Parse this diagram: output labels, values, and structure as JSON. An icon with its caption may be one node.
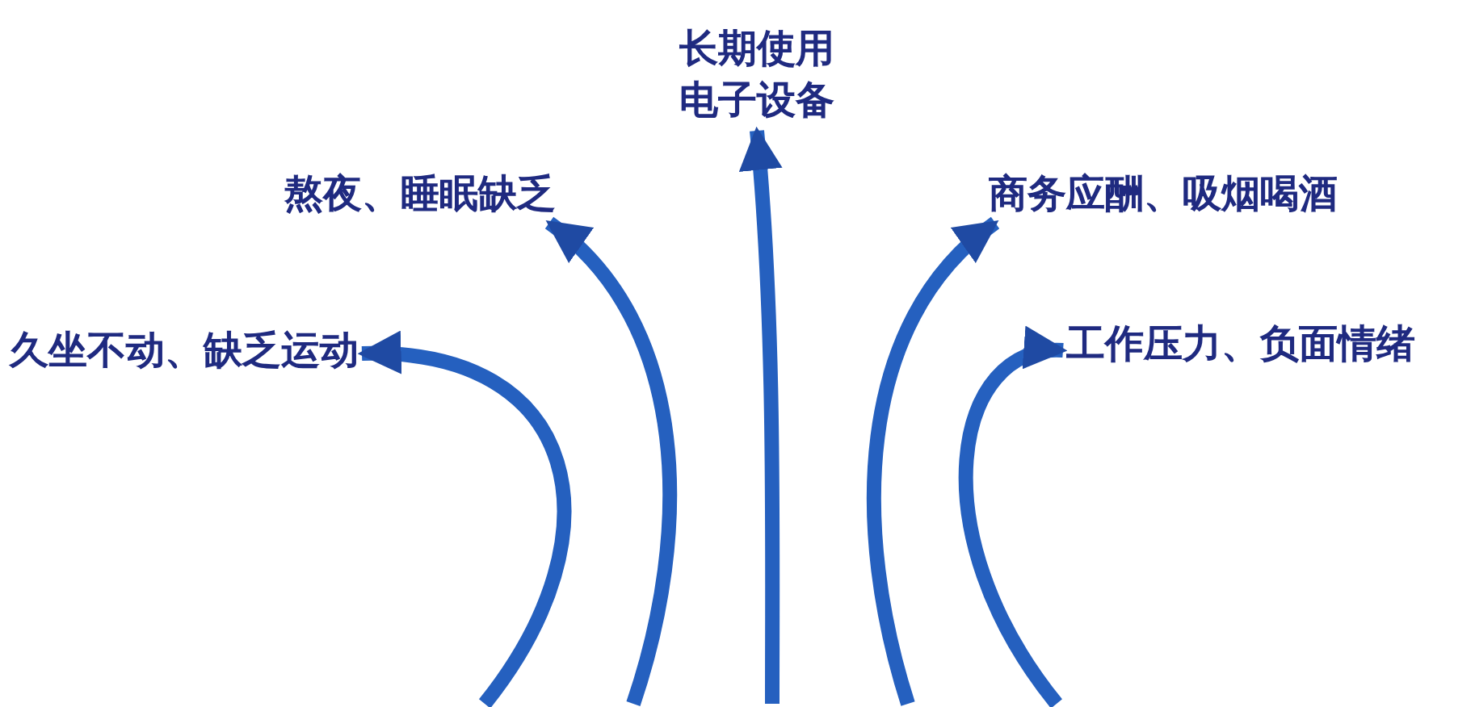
{
  "diagram": {
    "nodes": [
      {
        "text": [
          "长期使用电子设备"
        ]
      },
      {
        "text": [
          "熬夜、睡眠缺乏"
        ]
      },
      {
        "text": [
          "商务应酬、吸烟喝酒"
        ]
      },
      {
        "text": [
          "久坐不动、缺乏运动"
        ]
      },
      {
        "text": [
          "工作压力、负面情绪"
        ]
      }
    ],
    "edges": [
      {
        "from": null,
        "to": 0,
        "arrow": "to"
      },
      {
        "from": null,
        "to": 1,
        "arrow": "to"
      },
      {
        "from": null,
        "to": 2,
        "arrow": "to"
      },
      {
        "from": null,
        "to": 3,
        "arrow": "to"
      },
      {
        "from": null,
        "to": 4,
        "arrow": "to"
      }
    ]
  }
}
